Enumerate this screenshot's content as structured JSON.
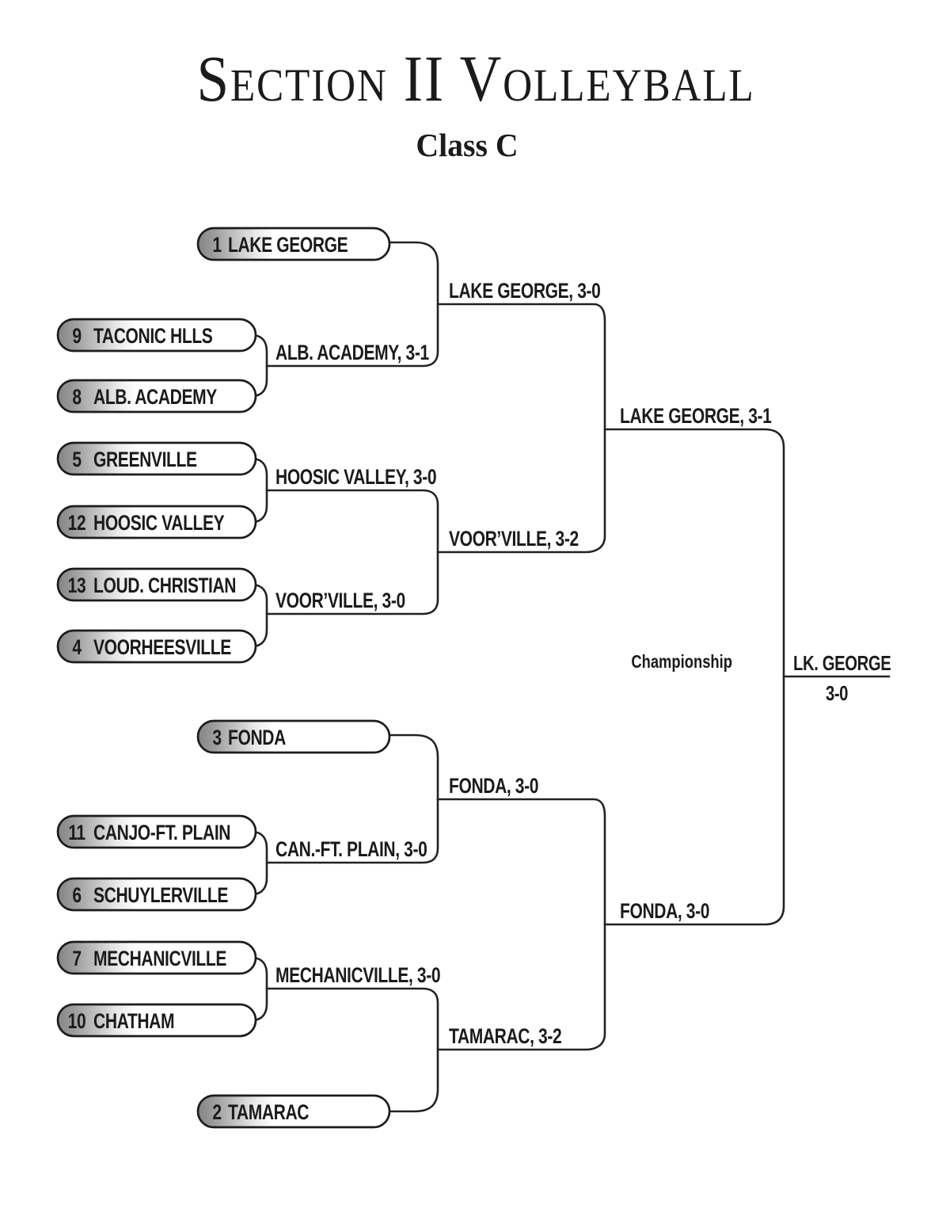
{
  "title": "Section II Volleyball",
  "subtitle": "Class C",
  "pills": [
    {
      "seed": "1",
      "name": "LAKE GEORGE"
    },
    {
      "seed": "9",
      "name": "TACONIC HLLS"
    },
    {
      "seed": "8",
      "name": "ALB. ACADEMY"
    },
    {
      "seed": "5",
      "name": "GREENVILLE"
    },
    {
      "seed": "12",
      "name": "HOOSIC VALLEY"
    },
    {
      "seed": "13",
      "name": "LOUD. CHRISTIAN"
    },
    {
      "seed": "4",
      "name": "VOORHEESVILLE"
    },
    {
      "seed": "3",
      "name": "FONDA"
    },
    {
      "seed": "11",
      "name": "CANJO-FT. PLAIN"
    },
    {
      "seed": "6",
      "name": "SCHUYLERVILLE"
    },
    {
      "seed": "7",
      "name": "MECHANICVILLE"
    },
    {
      "seed": "10",
      "name": "CHATHAM"
    },
    {
      "seed": "2",
      "name": "TAMARAC"
    }
  ],
  "results": {
    "r1_albacademy": "ALB. ACADEMY, 3-1",
    "qf1": "LAKE GEORGE, 3-0",
    "r1_hoosic": "HOOSIC VALLEY, 3-0",
    "r1_voorville": "VOOR’VILLE, 3-0",
    "qf2": "VOOR’VILLE, 3-2",
    "sf1": "LAKE GEORGE, 3-1",
    "r1_canft": "CAN.-FT. PLAIN, 3-0",
    "qf3": "FONDA, 3-0",
    "r1_mech": "MECHANICVILLE, 3-0",
    "qf4": "TAMARAC, 3-2",
    "sf2": "FONDA, 3-0"
  },
  "final": {
    "label": "Championship",
    "champion": "LK. GEORGE",
    "score": "3-0"
  }
}
